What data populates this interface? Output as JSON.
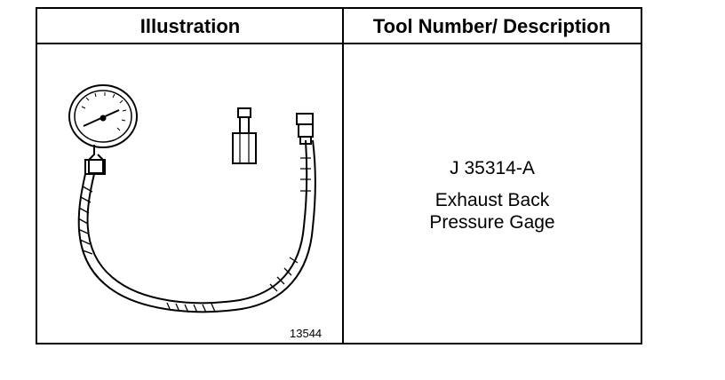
{
  "table": {
    "headers": {
      "illustration": "Illustration",
      "description": "Tool Number/ Description"
    },
    "row": {
      "figure_number": "13544",
      "tool_number": "J 35314-A",
      "description_lines": [
        "Exhaust Back",
        "Pressure Gage"
      ]
    }
  },
  "icons": {
    "illustration": "pressure-gage-with-hose-and-adapter-icon"
  },
  "colors": {
    "line": "#000000",
    "background": "#ffffff"
  }
}
